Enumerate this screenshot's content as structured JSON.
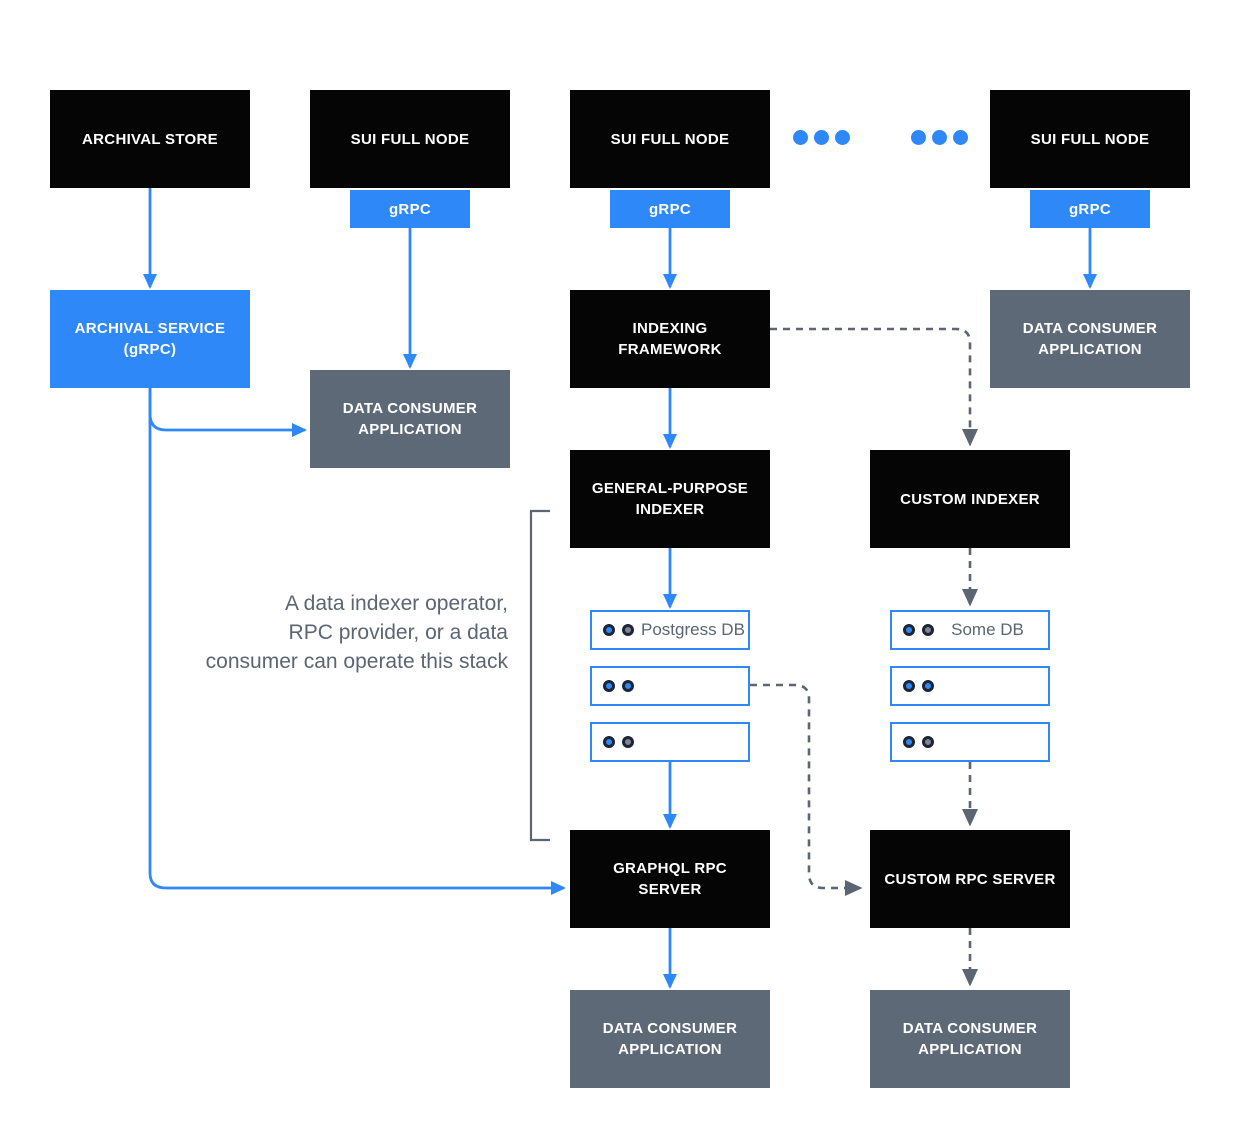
{
  "note": "A data indexer operator,\nRPC provider, or a data\nconsumer can operate this stack",
  "nodes": {
    "archival_store": "ARCHIVAL STORE",
    "sui_full_node_left": "SUI FULL NODE",
    "sui_full_node_mid": "SUI FULL NODE",
    "sui_full_node_right": "SUI FULL NODE",
    "grpc_left": "gRPC",
    "grpc_mid": "gRPC",
    "grpc_right": "gRPC",
    "archival_service": "ARCHIVAL SERVICE\n(gRPC)",
    "indexing_framework": "INDEXING FRAMEWORK",
    "data_consumer_mid_left": "DATA CONSUMER APPLICATION",
    "data_consumer_top_right": "DATA CONSUMER APPLICATION",
    "general_purpose_indexer": "GENERAL-PURPOSE INDEXER",
    "custom_indexer": "CUSTOM INDEXER",
    "graphql_rpc_server": "GRAPHQL RPC SERVER",
    "custom_rpc_server": "CUSTOM RPC SERVER",
    "data_consumer_bottom_left": "DATA CONSUMER APPLICATION",
    "data_consumer_bottom_right": "DATA CONSUMER APPLICATION"
  },
  "db": {
    "left": [
      {
        "label": "Postgress DB",
        "dots": [
          "blue",
          "gray"
        ]
      },
      {
        "label": "",
        "dots": [
          "blue",
          "blue"
        ]
      },
      {
        "label": "",
        "dots": [
          "blue",
          "gray"
        ]
      }
    ],
    "right": [
      {
        "label": "Some DB",
        "dots": [
          "blue",
          "gray"
        ]
      },
      {
        "label": "",
        "dots": [
          "blue",
          "blue"
        ]
      },
      {
        "label": "",
        "dots": [
          "blue",
          "gray"
        ]
      }
    ]
  },
  "colors": {
    "accent_blue": "#2f88f7",
    "box_black": "#050505",
    "box_gray": "#5e6977",
    "slate_gray": "#5c6573",
    "dot_ring": "#1d2433",
    "dot_gray_fill": "#7d8694"
  }
}
